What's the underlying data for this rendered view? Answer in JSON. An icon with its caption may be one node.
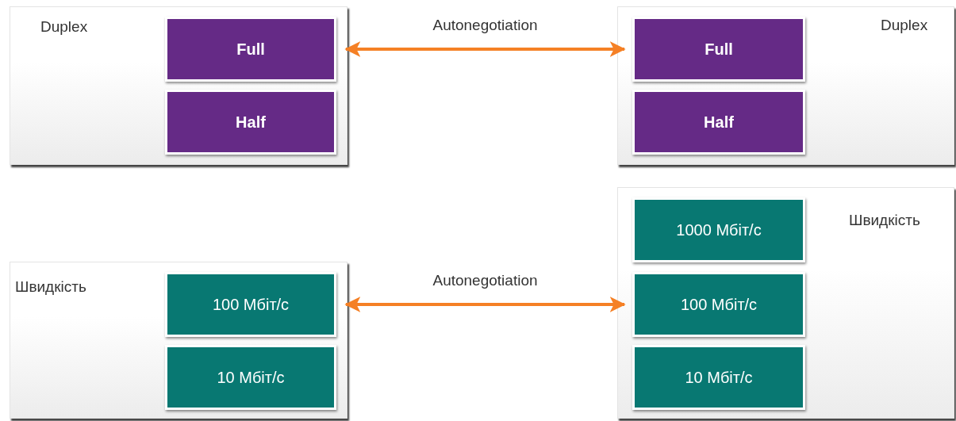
{
  "diagram": {
    "nodes": [
      {
        "text": [
          "Duplex"
        ]
      },
      {
        "text": [
          "Full"
        ],
        "in": 0
      },
      {
        "text": [
          "Half"
        ],
        "in": 0
      },
      {
        "text": [
          "Duplex"
        ]
      },
      {
        "text": [
          "Full"
        ],
        "in": 3
      },
      {
        "text": [
          "Half"
        ],
        "in": 3
      },
      {
        "text": [
          "Швидкість"
        ]
      },
      {
        "text": [
          "100 Мбіт/с"
        ],
        "in": 6
      },
      {
        "text": [
          "10 Мбіт/с"
        ],
        "in": 6
      },
      {
        "text": [
          "Швидкість"
        ]
      },
      {
        "text": [
          "1000 Мбіт/с"
        ],
        "in": 9
      },
      {
        "text": [
          "100 Мбіт/с"
        ],
        "in": 9
      },
      {
        "text": [
          "10 Мбіт/с"
        ],
        "in": 9
      }
    ],
    "edges": [
      {
        "from": 1,
        "to": 4,
        "arrow": "both",
        "label": "Autonegotiation"
      },
      {
        "from": 7,
        "to": 11,
        "arrow": "both",
        "label": "Autonegotiation"
      }
    ]
  }
}
